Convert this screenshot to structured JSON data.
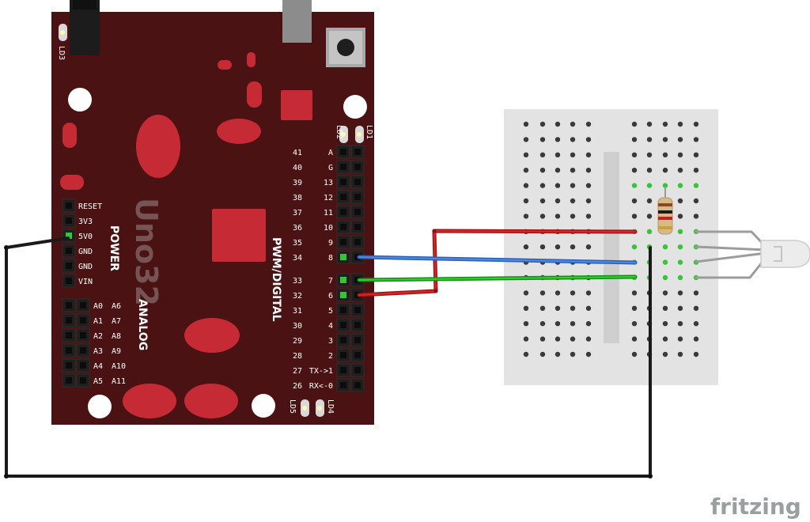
{
  "board": {
    "name": "Uno32",
    "group_labels": {
      "power": "POWER",
      "analog": "ANALOG",
      "digital": "PWM/DIGITAL"
    },
    "led_labels": {
      "ld1": "LD1",
      "ld2": "LD2",
      "ld3": "LD3",
      "ld4": "LD4",
      "ld5": "LD5"
    },
    "power_pins": [
      "RESET",
      "3V3",
      "5V0",
      "GND",
      "GND",
      "VIN"
    ],
    "analog_pins": [
      [
        "A0",
        "A6"
      ],
      [
        "A1",
        "A7"
      ],
      [
        "A2",
        "A8"
      ],
      [
        "A3",
        "A9"
      ],
      [
        "A4",
        "A10"
      ],
      [
        "A5",
        "A11"
      ]
    ],
    "digital_upper": [
      [
        "41",
        "A"
      ],
      [
        "40",
        "G"
      ],
      [
        "39",
        "13"
      ],
      [
        "38",
        "12"
      ],
      [
        "37",
        "11"
      ],
      [
        "36",
        "10"
      ],
      [
        "35",
        "9"
      ],
      [
        "34",
        "8"
      ]
    ],
    "digital_lower": [
      [
        "33",
        "7"
      ],
      [
        "32",
        "6"
      ],
      [
        "31",
        "5"
      ],
      [
        "30",
        "4"
      ],
      [
        "29",
        "3"
      ],
      [
        "28",
        "2"
      ],
      [
        "27",
        "TX->1"
      ],
      [
        "26",
        "RX<-0"
      ]
    ]
  },
  "wires": [
    {
      "color": "#1a1a1a",
      "label": "5V0 to breadboard"
    },
    {
      "color": "#cc1e1e",
      "label": "pin 6 (red)"
    },
    {
      "color": "#3b78d8",
      "label": "pin 8 (blue)"
    },
    {
      "color": "#22b022",
      "label": "pin 7 (green)"
    }
  ],
  "colors": {
    "board": "#4a1212",
    "board_pad": "#c52a35",
    "breadboard": "#e3e3e3",
    "hole": "#3a3a3a",
    "active_hole": "#37c437",
    "header": "#1f1f1f"
  },
  "footer": {
    "brand": "fritzing"
  }
}
